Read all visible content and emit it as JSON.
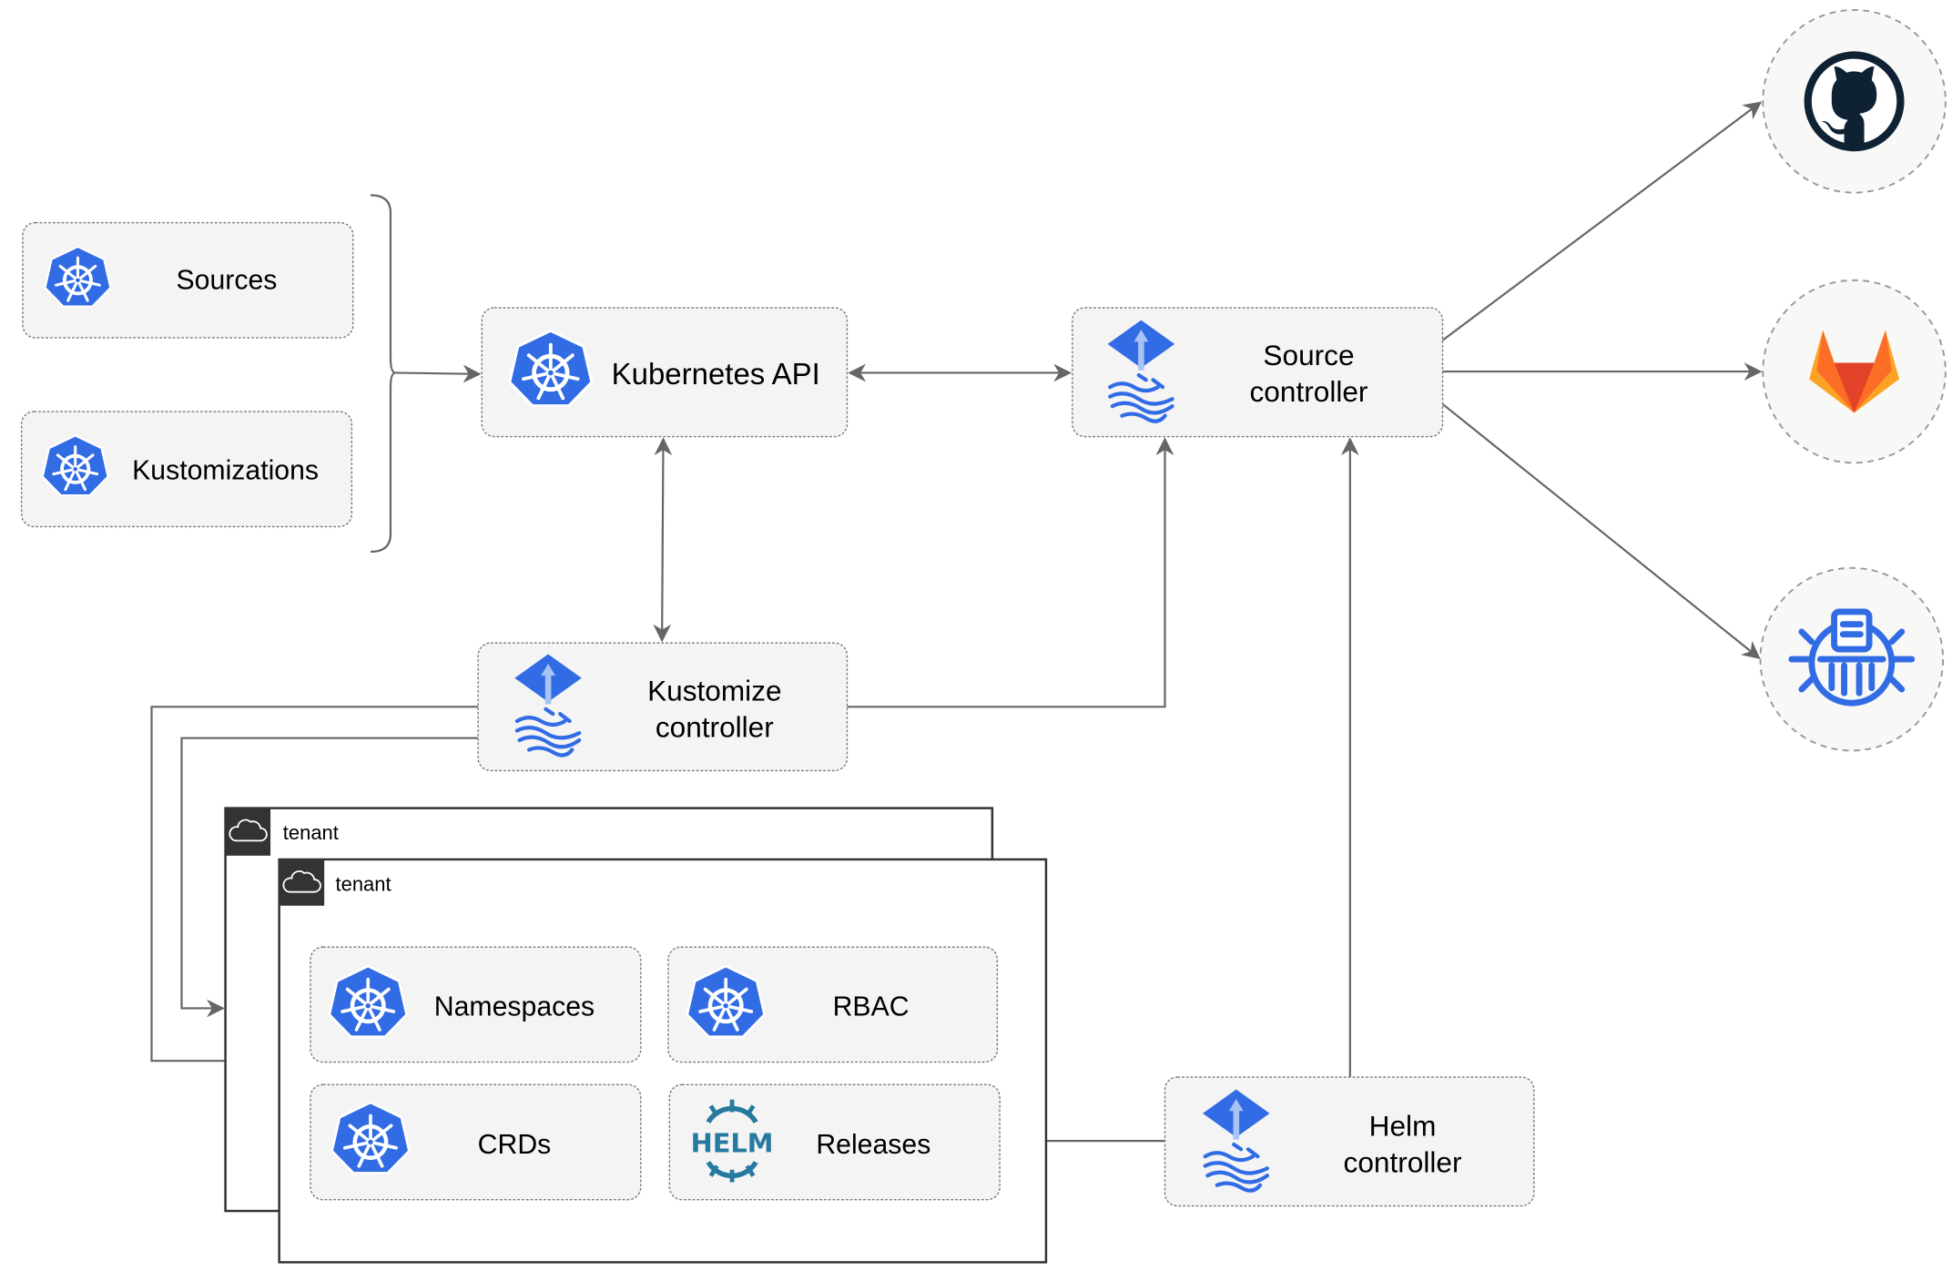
{
  "nodes": {
    "sources": "Sources",
    "kustomizations": "Kustomizations",
    "kubernetes_api": "Kubernetes API",
    "source_controller": [
      "Source",
      "controller"
    ],
    "kustomize_controller": [
      "Kustomize",
      "controller"
    ],
    "helm_controller": [
      "Helm",
      "controller"
    ],
    "namespaces": "Namespaces",
    "rbac": "RBAC",
    "crds": "CRDs",
    "releases": "Releases"
  },
  "tenants": [
    "tenant",
    "tenant"
  ],
  "logos": {
    "helm_wordmark": "HELM"
  },
  "external_sources": [
    "github-logo",
    "gitlab-logo",
    "bucket-logo"
  ],
  "colors": {
    "kubernetes_blue": "#326ce5",
    "flux_blue": "#326ce5",
    "github_dark": "#0f2233",
    "gitlab_orange": "#e24329",
    "helm_teal": "#277a9f",
    "edge_gray": "#666666"
  }
}
